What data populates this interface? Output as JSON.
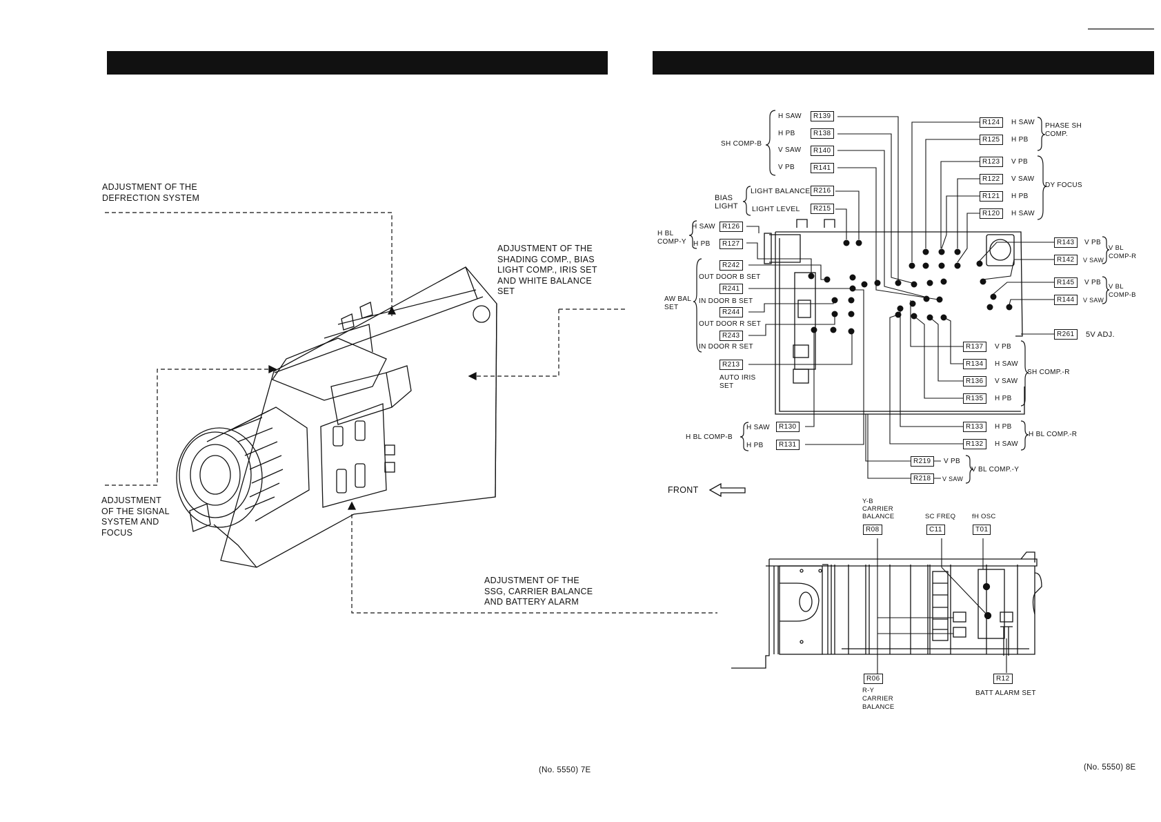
{
  "left": {
    "label_deflection": [
      "ADJUSTMENT OF THE",
      "DEFRECTION SYSTEM"
    ],
    "label_shading": [
      "ADJUSTMENT OF THE",
      "SHADING COMP., BIAS",
      "LIGHT COMP., IRIS SET",
      "AND WHITE BALANCE",
      "SET"
    ],
    "label_signal": [
      "ADJUSTMENT",
      "OF THE SIGNAL",
      "SYSTEM AND",
      "FOCUS"
    ],
    "label_ssg": [
      "ADJUSTMENT OF THE",
      "SSG, CARRIER BALANCE",
      "AND BATTERY ALARM"
    ],
    "page_number": "(No. 5550) 7E"
  },
  "right": {
    "page_number": "(No. 5550) 8E",
    "front_label": "FRONT",
    "sh_comp_b": {
      "group": "SH COMP-B",
      "items": [
        {
          "sig": "H SAW",
          "ref": "R139"
        },
        {
          "sig": "H PB",
          "ref": "R138"
        },
        {
          "sig": "V SAW",
          "ref": "R140"
        },
        {
          "sig": "V PB",
          "ref": "R141"
        }
      ]
    },
    "bias_light": {
      "group": [
        "BIAS",
        "LIGHT"
      ],
      "items": [
        {
          "sig": "LIGHT BALANCE",
          "ref": "R216"
        },
        {
          "sig": "LIGHT LEVEL",
          "ref": "R215"
        }
      ]
    },
    "h_bl_comp_y": {
      "group": [
        "H BL",
        "COMP-Y"
      ],
      "items": [
        {
          "sig": "H SAW",
          "ref": "R126"
        },
        {
          "sig": "H PB",
          "ref": "R127"
        }
      ]
    },
    "aw_bal": {
      "group": [
        "AW BAL",
        "SET"
      ],
      "items": [
        {
          "ref": "R242",
          "sig": "OUT DOOR B SET"
        },
        {
          "ref": "R241",
          "sig": "IN DOOR B SET"
        },
        {
          "ref": "R244",
          "sig": "OUT DOOR R SET"
        },
        {
          "ref": "R243",
          "sig": "IN DOOR R SET"
        }
      ]
    },
    "auto_iris": {
      "ref": "R213",
      "label": [
        "AUTO  IRIS",
        "SET"
      ]
    },
    "h_bl_comp_b": {
      "group": "H BL COMP-B",
      "items": [
        {
          "sig": "H SAW",
          "ref": "R130"
        },
        {
          "sig": "H PB",
          "ref": "R131"
        }
      ]
    },
    "phase_sh": {
      "group": [
        "PHASE SH",
        "COMP."
      ],
      "items": [
        {
          "ref": "R124",
          "sig": "H SAW"
        },
        {
          "ref": "R125",
          "sig": "H PB"
        }
      ]
    },
    "dy_focus": {
      "group": "DY FOCUS",
      "items": [
        {
          "ref": "R123",
          "sig": "V PB"
        },
        {
          "ref": "R122",
          "sig": "V SAW"
        },
        {
          "ref": "R121",
          "sig": "H PB"
        },
        {
          "ref": "R120",
          "sig": "H SAW"
        }
      ]
    },
    "v_bl_comp_r": {
      "group": [
        "V BL",
        "COMP-R"
      ],
      "items": [
        {
          "ref": "R143",
          "sig": "V PB"
        },
        {
          "ref": "R142",
          "sig": "V SAW"
        }
      ]
    },
    "v_bl_comp_b": {
      "group": [
        "V BL",
        "COMP-B"
      ],
      "items": [
        {
          "ref": "R145",
          "sig": "V PB"
        },
        {
          "ref": "R144",
          "sig": "V SAW"
        }
      ]
    },
    "adj_5v": {
      "ref": "R261",
      "label": "5V ADJ."
    },
    "sh_comp_r": {
      "group": "SH  COMP.-R",
      "items": [
        {
          "ref": "R137",
          "sig": "V PB"
        },
        {
          "ref": "R134",
          "sig": "H SAW"
        },
        {
          "ref": "R136",
          "sig": "V SAW"
        },
        {
          "ref": "R135",
          "sig": "H PB"
        }
      ]
    },
    "h_bl_comp_r": {
      "group": "H BL COMP.-R",
      "items": [
        {
          "ref": "R133",
          "sig": "H PB"
        },
        {
          "ref": "R132",
          "sig": "H SAW"
        }
      ]
    },
    "v_bl_comp_y": {
      "group": "V BL COMP.-Y",
      "items": [
        {
          "ref": "R219",
          "sig": "V PB"
        },
        {
          "ref": "R218",
          "sig": "V SAW"
        }
      ]
    },
    "ssg": {
      "yb": {
        "label": [
          "Y-B",
          "CARRIER",
          "BALANCE"
        ],
        "ref": "R08"
      },
      "sc": {
        "label": "SC FREQ",
        "ref": "C11"
      },
      "fh": {
        "label": "fH OSC",
        "ref": "T01"
      },
      "ry": {
        "label": [
          "R-Y",
          "CARRIER",
          "BALANCE"
        ],
        "ref": "R06"
      },
      "batt": {
        "label": "BATT ALARM SET",
        "ref": "R12"
      }
    }
  }
}
